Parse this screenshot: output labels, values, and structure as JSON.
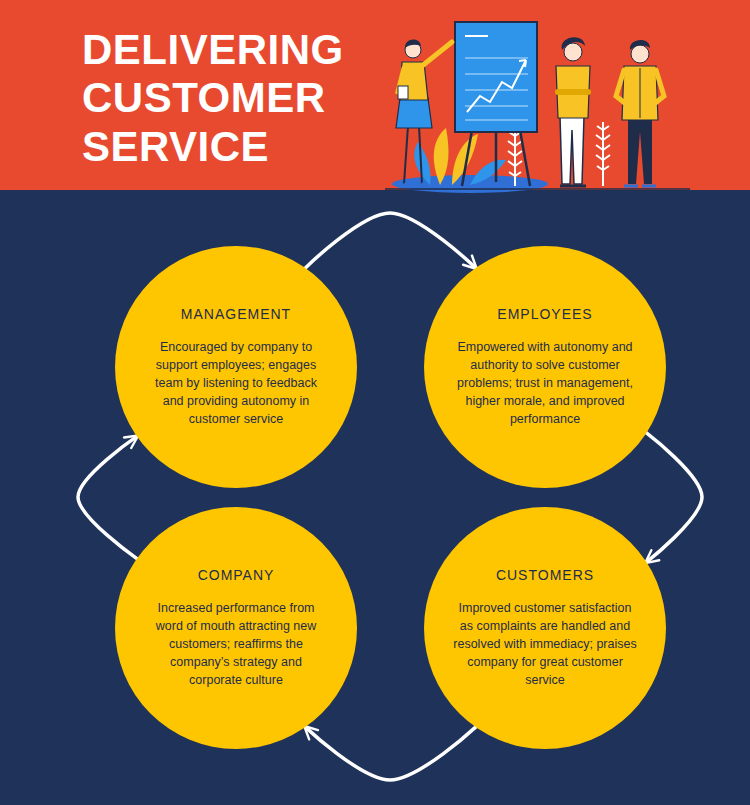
{
  "diagram": {
    "title": "DELIVERING CUSTOMER SERVICE",
    "nodes": [
      {
        "text": [
          "MANAGEMENT",
          "Encouraged by company to support employees; engages team by listening to feedback and providing autonomy in customer service"
        ]
      },
      {
        "text": [
          "EMPLOYEES",
          "Empowered with autonomy and authority to solve customer problems; trust in management, higher morale, and improved performance"
        ]
      },
      {
        "text": [
          "COMPANY",
          "Increased performance from word of mouth attracting new customers; reaffirms the company’s strategy and corporate culture"
        ]
      },
      {
        "text": [
          "CUSTOMERS",
          "Improved customer satisfaction as complaints are handled and resolved with immediacy; praises company for great customer service"
        ]
      }
    ],
    "edges": [
      {
        "from": 0,
        "to": 1,
        "arrow": "to"
      },
      {
        "from": 1,
        "to": 3,
        "arrow": "to"
      },
      {
        "from": 3,
        "to": 2,
        "arrow": "to"
      },
      {
        "from": 2,
        "to": 0,
        "arrow": "to"
      }
    ]
  }
}
